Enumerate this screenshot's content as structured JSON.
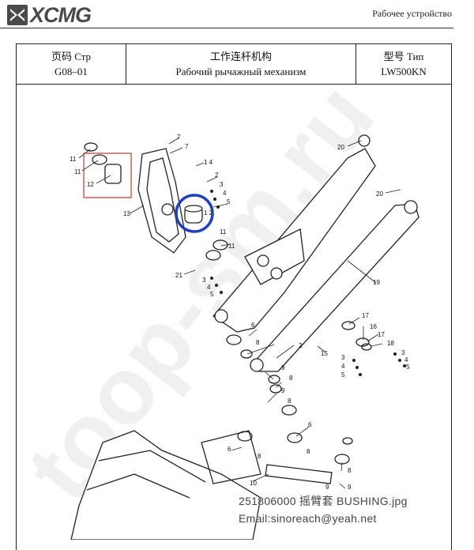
{
  "header": {
    "brand": "XCMG",
    "section_title": "Рабочее устройство"
  },
  "info_table": {
    "page_label_cn": "页码 Стр",
    "page_value": "G08–01",
    "name_cn": "工作连杆机构",
    "name_ru": "Рабочий рычажный механизм",
    "model_label_cn": "型号 Тип",
    "model_value": "LW500KN"
  },
  "callouts": [
    "1",
    "2",
    "3",
    "4",
    "5",
    "6",
    "7",
    "8",
    "9",
    "10",
    "11",
    "12",
    "13",
    "14",
    "15",
    "16",
    "17",
    "18",
    "19",
    "20",
    "21"
  ],
  "highlight": {
    "box_part": "12",
    "circle_part": "12",
    "box_color": "#c0392b",
    "circle_color": "#1f3fbf"
  },
  "watermark": "toop-sm.ru",
  "caption": "251806000 摇臂套 BUSHING.jpg",
  "email": "Email:sinoreach@yeah.net"
}
